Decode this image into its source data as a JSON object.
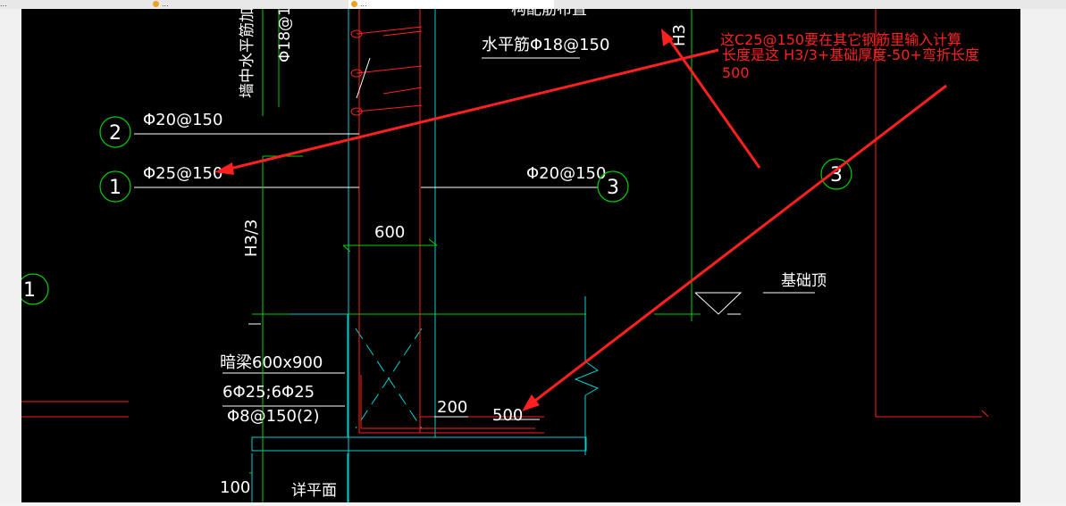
{
  "tabs": [
    {
      "label": "...",
      "active": false
    },
    {
      "label": "...",
      "active": false
    },
    {
      "label": "...",
      "active": true
    }
  ],
  "drawing": {
    "labels": {
      "rebar_top_vertical": "Φ18@1",
      "rebar_side_vertical": "墙中水平筋加密筋",
      "top_partial": "构配筋布置",
      "horiz_rebar": "水平筋Φ18@150",
      "rebar2": "Φ20@150",
      "rebar1": "Φ25@150",
      "rebar3": "Φ20@150",
      "dim_600": "600",
      "dim_h3": "H3/3",
      "dim_h3_right": "H3",
      "foundation_top": "基础顶",
      "beam_name": "暗梁600x900",
      "beam_main": "6Φ25;6Φ25",
      "beam_stirrup": "Φ8@150(2)",
      "dim_200": "200",
      "dim_500": "500",
      "dim_100": "100",
      "detail": "详平面"
    },
    "markers": {
      "m2": "2",
      "m1": "1",
      "m3": "3",
      "m1_left": "1",
      "m3_right": "3"
    },
    "annotation": {
      "line1": "这C25@150要在其它钢筋里输入计算",
      "line2": "长度是这    H3/3+基础厚度-50+弯折长度",
      "line3": "500"
    }
  },
  "colors": {
    "canvas": "#000000",
    "white": "#ffffff",
    "green": "#00d000",
    "cyan": "#00d0d0",
    "red": "#ff2020"
  }
}
